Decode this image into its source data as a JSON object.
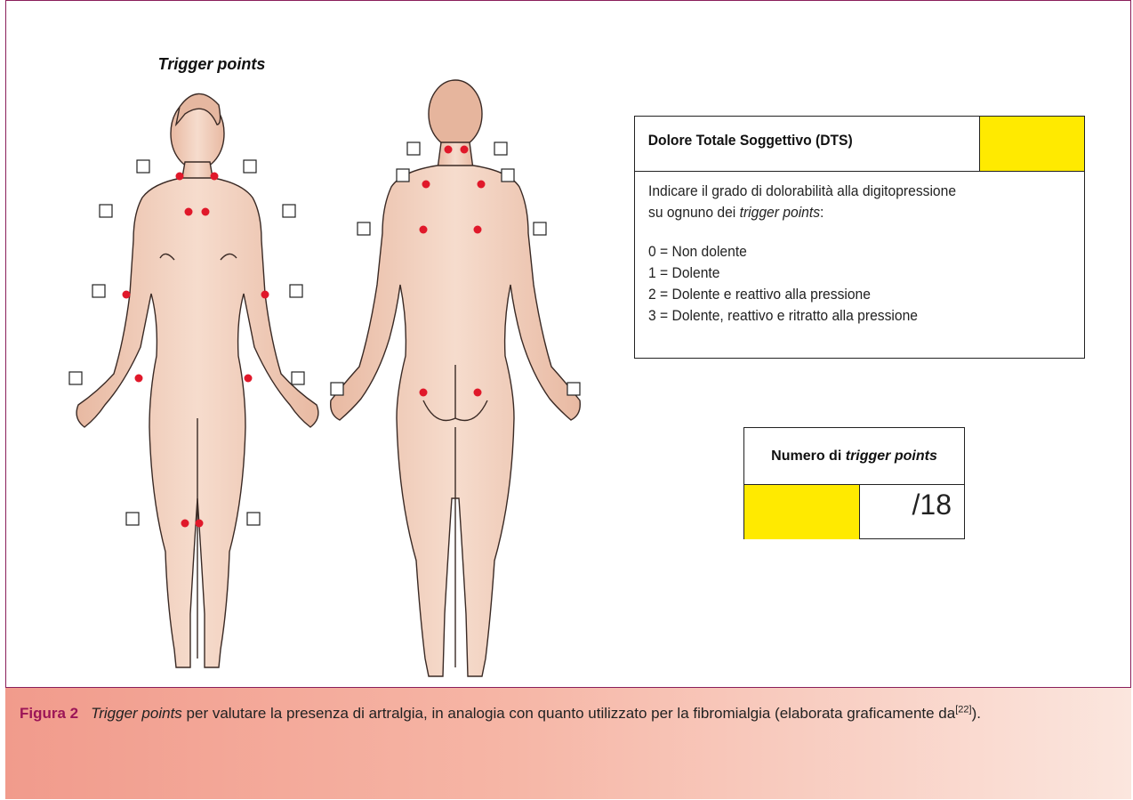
{
  "figure": {
    "title": "Trigger points"
  },
  "dts_box": {
    "title": "Dolore Totale Soggettivo (DTS)",
    "instruction_prefix": "Indicare il grado di dolorabilità alla digitopressione",
    "instruction_line2_prefix": "su ognuno dei ",
    "instruction_italic": "trigger points",
    "instruction_suffix": ":",
    "scale": [
      "0 = Non dolente",
      "1 = Dolente",
      "2 = Dolente e reattivo alla pressione",
      "3 = Dolente, reattivo e ritratto alla pressione"
    ],
    "highlight_color": "#ffea00"
  },
  "count_box": {
    "label_prefix": "Numero di ",
    "label_italic": "trigger points",
    "total": "/18",
    "highlight_color": "#ffea00"
  },
  "caption": {
    "label": "Figura 2",
    "italic_lead": "Trigger points",
    "text": " per valutare la presenza di artralgia, in analogia con quanto utilizzato per la fibromialgia (elaborata graficamente da",
    "ref": "[22]",
    "end": ")."
  },
  "colors": {
    "trigger_point": "#e0182a",
    "frame_border": "#8a1f5a",
    "caption_label": "#9c1557",
    "skin": "#f2d2c0"
  }
}
